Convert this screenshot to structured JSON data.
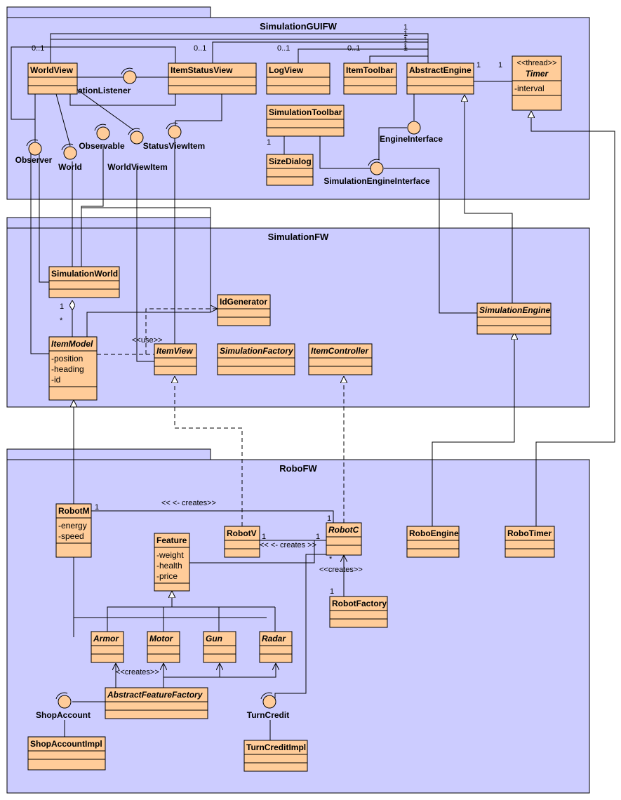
{
  "colors": {
    "package": "#ccccff",
    "class": "#ffcc99",
    "interface": "#ffcc99",
    "line": "#000000"
  },
  "packages": [
    {
      "id": "gui",
      "name": "SimulationGUIFW"
    },
    {
      "id": "sim",
      "name": "SimulationFW"
    },
    {
      "id": "robo",
      "name": "RoboFW"
    }
  ],
  "classes": [
    {
      "id": "worldview",
      "name": "WorldView"
    },
    {
      "id": "itemstatusview",
      "name": "ItemStatusView"
    },
    {
      "id": "logview",
      "name": "LogView"
    },
    {
      "id": "itemtoolbar",
      "name": "ItemToolbar"
    },
    {
      "id": "abstractengine",
      "name": "AbstractEngine"
    },
    {
      "id": "timer",
      "name": "Timer",
      "stereotype": "<<thread>>",
      "abstract": true,
      "attributes": [
        "-interval"
      ]
    },
    {
      "id": "simtoolbar",
      "name": "SimulationToolbar"
    },
    {
      "id": "sizedialog",
      "name": "SizeDialog"
    },
    {
      "id": "simworld",
      "name": "SimulationWorld"
    },
    {
      "id": "idgen",
      "name": "IdGenerator"
    },
    {
      "id": "simengine",
      "name": "SimulationEngine",
      "abstract": true
    },
    {
      "id": "itemmodel",
      "name": "ItemModel",
      "abstract": true,
      "attributes": [
        "-position",
        "-heading",
        "-id"
      ]
    },
    {
      "id": "itemview",
      "name": "ItemView",
      "abstract": true
    },
    {
      "id": "simfactory",
      "name": "SimulationFactory",
      "abstract": true
    },
    {
      "id": "itemcontroller",
      "name": "ItemController",
      "abstract": true
    },
    {
      "id": "robotm",
      "name": "RobotM",
      "attributes": [
        "-energy",
        "-speed"
      ]
    },
    {
      "id": "robotv",
      "name": "RobotV"
    },
    {
      "id": "robotc",
      "name": "RobotC",
      "abstract": true
    },
    {
      "id": "roboengine",
      "name": "RoboEngine"
    },
    {
      "id": "robotimer",
      "name": "RoboTimer"
    },
    {
      "id": "feature",
      "name": "Feature",
      "attributes": [
        "-weight",
        "-health",
        "-price"
      ]
    },
    {
      "id": "robotfactory",
      "name": "RobotFactory"
    },
    {
      "id": "armor",
      "name": "Armor",
      "abstract": true
    },
    {
      "id": "motor",
      "name": "Motor",
      "abstract": true
    },
    {
      "id": "gun",
      "name": "Gun",
      "abstract": true
    },
    {
      "id": "radar",
      "name": "Radar",
      "abstract": true
    },
    {
      "id": "abstractfeaturefactory",
      "name": "AbstractFeatureFactory",
      "abstract": true
    },
    {
      "id": "shopaccountimpl",
      "name": "ShopAccountImpl"
    },
    {
      "id": "turncreditimpl",
      "name": "TurnCreditImpl"
    }
  ],
  "interfaces": [
    {
      "id": "activationlistener",
      "name": "ActivationListener"
    },
    {
      "id": "observer",
      "name": "Observer"
    },
    {
      "id": "world",
      "name": "World"
    },
    {
      "id": "observable",
      "name": "Observable"
    },
    {
      "id": "worldviewitem",
      "name": "WorldViewItem"
    },
    {
      "id": "statusviewitem",
      "name": "StatusViewItem"
    },
    {
      "id": "engineinterface",
      "name": "EngineInterface"
    },
    {
      "id": "simengineinterface",
      "name": "SimulationEngineInterface"
    },
    {
      "id": "shopaccount",
      "name": "ShopAccount"
    },
    {
      "id": "turncredit",
      "name": "TurnCredit"
    }
  ],
  "labels": [
    {
      "id": "m_01a",
      "text": "0..1"
    },
    {
      "id": "m_01b",
      "text": "0..1"
    },
    {
      "id": "m_01c",
      "text": "0..1"
    },
    {
      "id": "m_01d",
      "text": "0..1"
    },
    {
      "id": "m_1a",
      "text": "1"
    },
    {
      "id": "m_1b",
      "text": "1"
    },
    {
      "id": "m_1c",
      "text": "1"
    },
    {
      "id": "m_1d",
      "text": "1"
    },
    {
      "id": "m_1e",
      "text": "1"
    },
    {
      "id": "m_ae1",
      "text": "1"
    },
    {
      "id": "m_tm1",
      "text": "1"
    },
    {
      "id": "m_st1",
      "text": "1"
    },
    {
      "id": "m_sw1",
      "text": "1"
    },
    {
      "id": "m_swstar",
      "text": "*"
    },
    {
      "id": "use",
      "text": "<<use>>"
    },
    {
      "id": "creates1",
      "text": "<< <- creates>>"
    },
    {
      "id": "m_rm1",
      "text": "1"
    },
    {
      "id": "m_rc1a",
      "text": "1"
    },
    {
      "id": "m_rv1",
      "text": "1"
    },
    {
      "id": "m_rc1b",
      "text": "1"
    },
    {
      "id": "creates2",
      "text": "<< <- creates >>"
    },
    {
      "id": "m_rcstar",
      "text": "*"
    },
    {
      "id": "creates3",
      "text": "<<creates>>"
    },
    {
      "id": "m_rf1",
      "text": "1"
    },
    {
      "id": "creates4",
      "text": "<<creates>>"
    }
  ]
}
